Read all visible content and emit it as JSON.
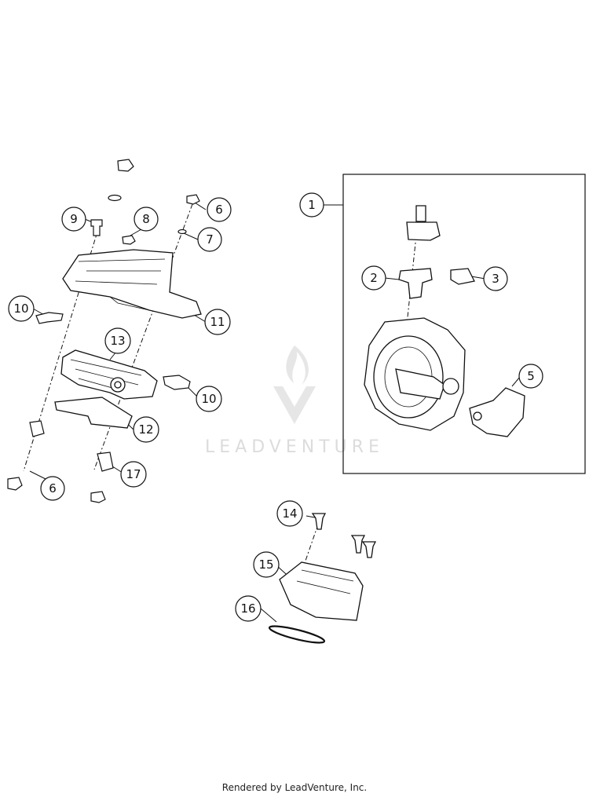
{
  "callouts": [
    {
      "id": "c1",
      "label": "1"
    },
    {
      "id": "c2",
      "label": "2"
    },
    {
      "id": "c3",
      "label": "3"
    },
    {
      "id": "c5",
      "label": "5"
    },
    {
      "id": "c6a",
      "label": "6"
    },
    {
      "id": "c6b",
      "label": "6"
    },
    {
      "id": "c7",
      "label": "7"
    },
    {
      "id": "c8",
      "label": "8"
    },
    {
      "id": "c9",
      "label": "9"
    },
    {
      "id": "c10a",
      "label": "10"
    },
    {
      "id": "c10b",
      "label": "10"
    },
    {
      "id": "c11",
      "label": "11"
    },
    {
      "id": "c12",
      "label": "12"
    },
    {
      "id": "c13",
      "label": "13"
    },
    {
      "id": "c14",
      "label": "14"
    },
    {
      "id": "c15",
      "label": "15"
    },
    {
      "id": "c16",
      "label": "16"
    },
    {
      "id": "c17",
      "label": "17"
    }
  ],
  "watermark": {
    "text": "LEADVENTURE"
  },
  "footer": {
    "text": "Rendered by LeadVenture, Inc."
  }
}
